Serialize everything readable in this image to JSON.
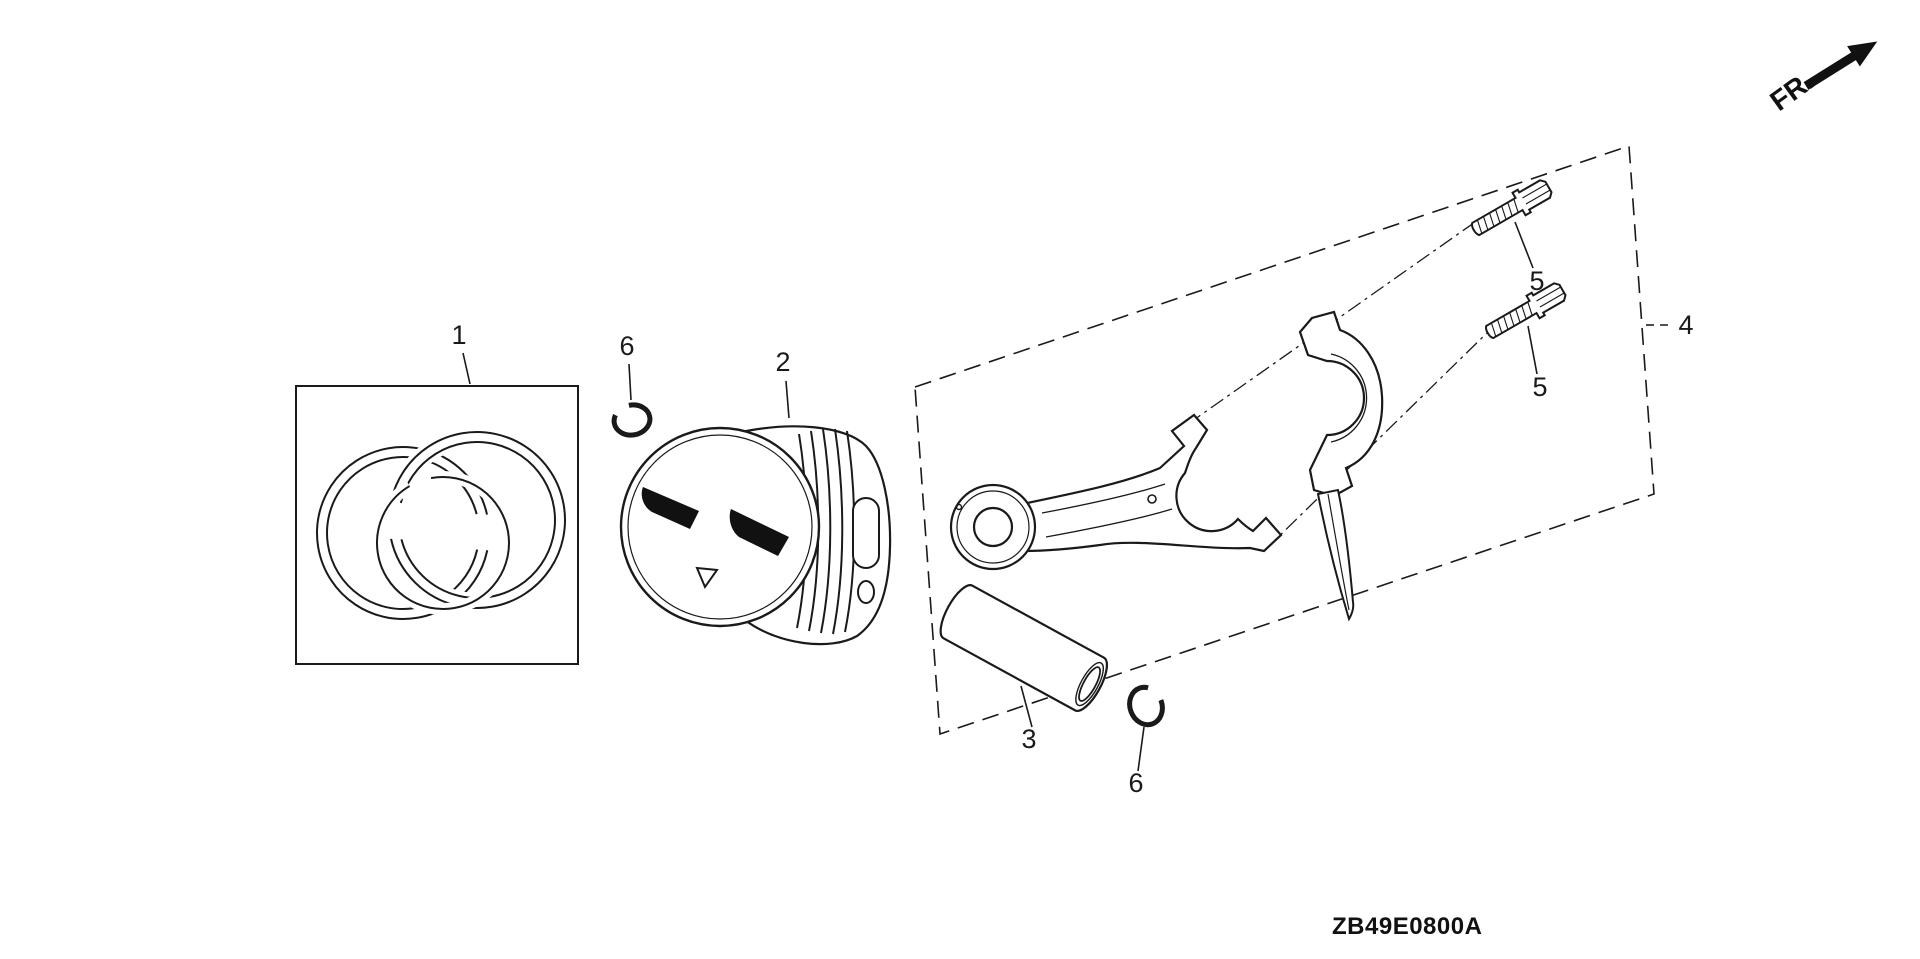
{
  "diagram": {
    "direction_label": "FR.",
    "code": "ZB49E0800A",
    "callouts": {
      "ring_set": "1",
      "piston": "2",
      "piston_pin": "3",
      "rod_assembly": "4",
      "bolt_upper": "5",
      "bolt_lower": "5",
      "clip_left": "6",
      "clip_lower": "6"
    },
    "colors": {
      "background": "#ffffff",
      "line": "#1a1a1a"
    }
  }
}
